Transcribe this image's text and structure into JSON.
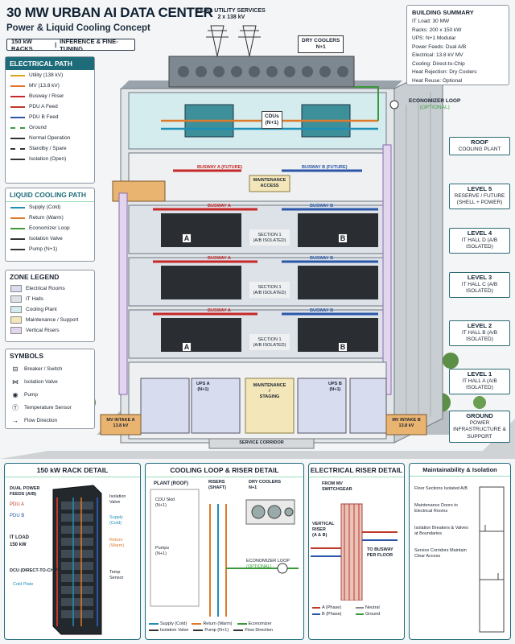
{
  "header": {
    "title": "30 MW URBAN AI DATA CENTER",
    "subtitle": "Power & Liquid Cooling Concept",
    "tag_racks": "150 kW RACKS",
    "tag_sep": "|",
    "tag_use": "INFERENCE & FINE-TUNING"
  },
  "top_labels": {
    "utility_line1": "DUAL UTILITY SERVICES",
    "utility_line2": "2 x 138 kV",
    "dry_coolers_line1": "DRY COOLERS",
    "dry_coolers_line2": "N+1",
    "economizer_line1": "ECONOMIZER LOOP",
    "economizer_line2": "(OPTIONAL)"
  },
  "electrical_path": {
    "title": "ELECTRICAL PATH",
    "items": [
      {
        "label": "Utility (138 kV)",
        "color": "#d9a21b",
        "style": "solid"
      },
      {
        "label": "MV (13.8 kV)",
        "color": "#e0742a",
        "style": "solid"
      },
      {
        "label": "Busway / Riser",
        "color": "#c62828",
        "style": "solid"
      },
      {
        "label": "PDU A Feed",
        "color": "#c0392b",
        "style": "solid"
      },
      {
        "label": "PDU B Feed",
        "color": "#2b56a8",
        "style": "solid"
      },
      {
        "label": "Ground",
        "color": "#3a9a3a",
        "style": "dashed"
      },
      {
        "label": "Normal Operation",
        "color": "#333333",
        "style": "arrow"
      },
      {
        "label": "Standby / Spare",
        "color": "#333333",
        "style": "dashed"
      },
      {
        "label": "Isolation (Open)",
        "color": "#333333",
        "style": "switch"
      }
    ]
  },
  "liquid_cooling_path": {
    "title": "LIQUID COOLING PATH",
    "items": [
      {
        "label": "Supply (Cold)",
        "color": "#1f8fb5",
        "style": "solid"
      },
      {
        "label": "Return (Warm)",
        "color": "#e07a2a",
        "style": "solid"
      },
      {
        "label": "Economizer Loop",
        "color": "#3a9a3a",
        "style": "solid"
      },
      {
        "label": "Isolation Valve",
        "color": "#333333",
        "style": "valve"
      },
      {
        "label": "Pump (N+1)",
        "color": "#333333",
        "style": "pump"
      }
    ]
  },
  "zone_legend": {
    "title": "ZONE LEGEND",
    "items": [
      {
        "label": "Electrical Rooms",
        "color": "#d8dcef"
      },
      {
        "label": "IT Halls",
        "color": "#dde2e8"
      },
      {
        "label": "Cooling Plant",
        "color": "#d4ecee"
      },
      {
        "label": "Maintenance / Support",
        "color": "#f3e6b8"
      },
      {
        "label": "Vertical Risers",
        "color": "#e2d6ef"
      }
    ]
  },
  "symbols": {
    "title": "SYMBOLS",
    "items": [
      {
        "label": "Breaker / Switch",
        "icon": "breaker-icon"
      },
      {
        "label": "Isolation Valve",
        "icon": "valve-icon"
      },
      {
        "label": "Pump",
        "icon": "pump-icon"
      },
      {
        "label": "Temperature Sensor",
        "icon": "temp-sensor-icon"
      },
      {
        "label": "Flow Direction",
        "icon": "arrow-icon"
      }
    ]
  },
  "building_summary": {
    "title": "BUILDING SUMMARY",
    "items": [
      "IT Load: 30 MW",
      "Racks: 200 x 150 kW",
      "UPS: N+1 Modular",
      "Power Feeds: Dual A/B",
      "Electrical: 13.8 kV MV",
      "Cooling: Direct-to-Chip",
      "Heat Rejection: Dry Coolers",
      "Heat Reuse: Optional"
    ]
  },
  "levels": [
    {
      "name": "ROOF",
      "desc": "COOLING PLANT"
    },
    {
      "name": "LEVEL 5",
      "desc": "RESERVE / FUTURE (SHELL + POWER)"
    },
    {
      "name": "LEVEL 4",
      "desc": "IT HALL D (A/B ISOLATED)"
    },
    {
      "name": "LEVEL 3",
      "desc": "IT HALL C (A/B ISOLATED)"
    },
    {
      "name": "LEVEL 2",
      "desc": "IT HALL B (A/B ISOLATED)"
    },
    {
      "name": "LEVEL 1",
      "desc": "IT HALL A (A/B ISOLATED)"
    },
    {
      "name": "GROUND",
      "desc": "POWER INFRASTRUCTURE & SUPPORT"
    }
  ],
  "building": {
    "cdus_line1": "CDUs",
    "cdus_line2": "(N+1)",
    "busway_a_future": "BUSWAY A (FUTURE)",
    "busway_b_future": "BUSWAY B (FUTURE)",
    "maintenance_access_1": "MAINTENANCE",
    "maintenance_access_2": "ACCESS",
    "busway_a": "BUSWAY A",
    "busway_b": "BUSWAY B",
    "section_line1": "SECTION 1",
    "section_line2": "(A/B ISOLATED)",
    "row_a": "A",
    "row_b": "B",
    "ups_a_1": "UPS A",
    "ups_a_2": "(N+1)",
    "ups_b_1": "UPS B",
    "ups_b_2": "(N+1)",
    "maint_staging_1": "MAINTENANCE",
    "maint_staging_2": "/",
    "maint_staging_3": "STAGING",
    "mv_intake_a_1": "MV INTAKE A",
    "mv_intake_a_2": "13.8 kV",
    "mv_intake_b_1": "MV INTAKE B",
    "mv_intake_b_2": "13.8 kV",
    "service_corridor": "SERVICE CORRIDOR"
  },
  "rack_detail": {
    "title": "150 kW RACK DETAIL",
    "dual_power_1": "DUAL POWER",
    "dual_power_2": "FEEDS (A/B)",
    "pdu_a": "PDU A",
    "pdu_b": "PDU B",
    "it_load_1": "IT LOAD",
    "it_load_2": "150 kW",
    "dcu": "DCU (DIRECT-TO-CHIP)",
    "cold_plate": "Cold Plate",
    "isolation_valve_1": "Isolation",
    "isolation_valve_2": "Valve",
    "supply_1": "Supply",
    "supply_2": "(Cold)",
    "return_1": "Return",
    "return_2": "(Warm)",
    "temp_1": "Temp",
    "temp_2": "Sensor"
  },
  "cooling_detail": {
    "title": "COOLING LOOP & RISER DETAIL",
    "plant": "PLANT (ROOF)",
    "cdu_skid_1": "CDU Skid",
    "cdu_skid_2": "(N+1)",
    "pumps_1": "Pumps",
    "pumps_2": "(N+1)",
    "risers_1": "RISERS",
    "risers_2": "(SHAFT)",
    "dry_coolers_1": "DRY COOLERS",
    "dry_coolers_2": "N+1",
    "econ_1": "ECONOMIZER LOOP",
    "econ_2": "(OPTIONAL)",
    "legend": [
      {
        "label": "Supply (Cold)",
        "color": "#1f8fb5"
      },
      {
        "label": "Return (Warm)",
        "color": "#e07a2a"
      },
      {
        "label": "Economizer",
        "color": "#3a9a3a"
      },
      {
        "label": "Isolation Valve",
        "color": "#333333"
      },
      {
        "label": "Pump (N+1)",
        "color": "#333333"
      },
      {
        "label": "Flow Direction",
        "color": "#333333"
      }
    ]
  },
  "electrical_riser": {
    "title": "ELECTRICAL RISER DETAIL",
    "from_mv_1": "FROM MV",
    "from_mv_2": "SWITCHGEAR",
    "vertical_1": "VERTICAL",
    "vertical_2": "RISER",
    "vertical_3": "(A & B)",
    "to_busway_1": "TO BUSWAY",
    "to_busway_2": "PER FLOOR",
    "legend": [
      {
        "label": "A (Phase)",
        "color": "#c0392b"
      },
      {
        "label": "Neutral",
        "color": "#888888"
      },
      {
        "label": "B (Phase)",
        "color": "#2b56a8"
      },
      {
        "label": "Ground",
        "color": "#3a9a3a"
      }
    ]
  },
  "maintainability": {
    "title": "Maintainability & Isolation",
    "items": [
      "Floor Sections Isolated A/B",
      "Maintenance Doors to Electrical Rooms",
      "Isolation Breakers & Valves at Boundaries",
      "Service Corridors Maintain Clear Access"
    ]
  }
}
